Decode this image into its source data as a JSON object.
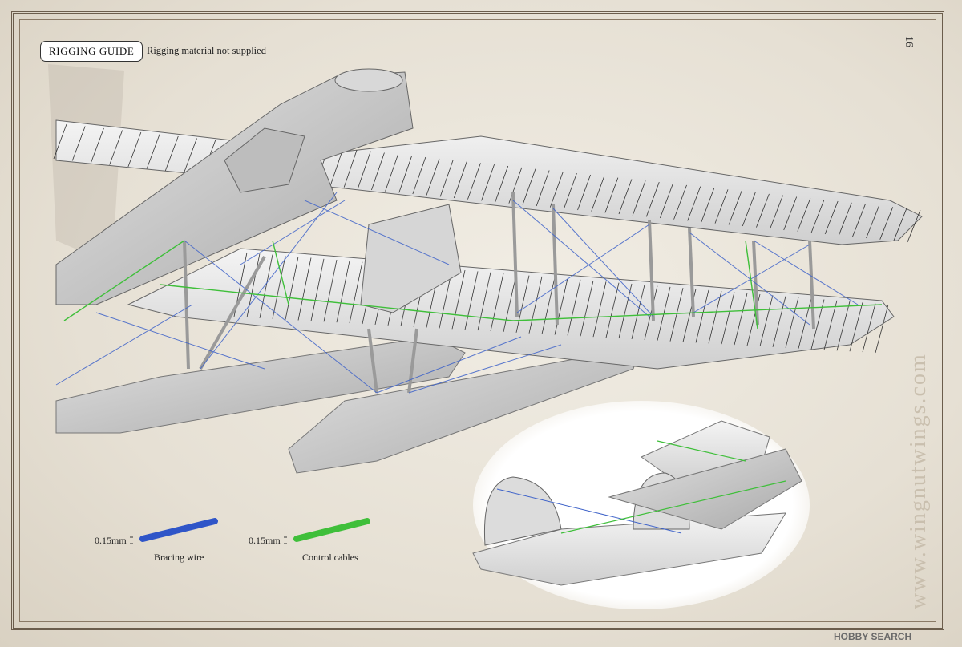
{
  "header": {
    "title": "RIGGING GUIDE",
    "subtitle": "Rigging material not supplied",
    "page_number": "16"
  },
  "legend": {
    "bracing": {
      "size": "0.15mm",
      "label": "Bracing wire",
      "color": "#2f55c8"
    },
    "control": {
      "size": "0.15mm",
      "label": "Control cables",
      "color": "#3fbf3a"
    }
  },
  "watermark": "www.wingnutwings.com",
  "brand": "HOBBY SEARCH"
}
